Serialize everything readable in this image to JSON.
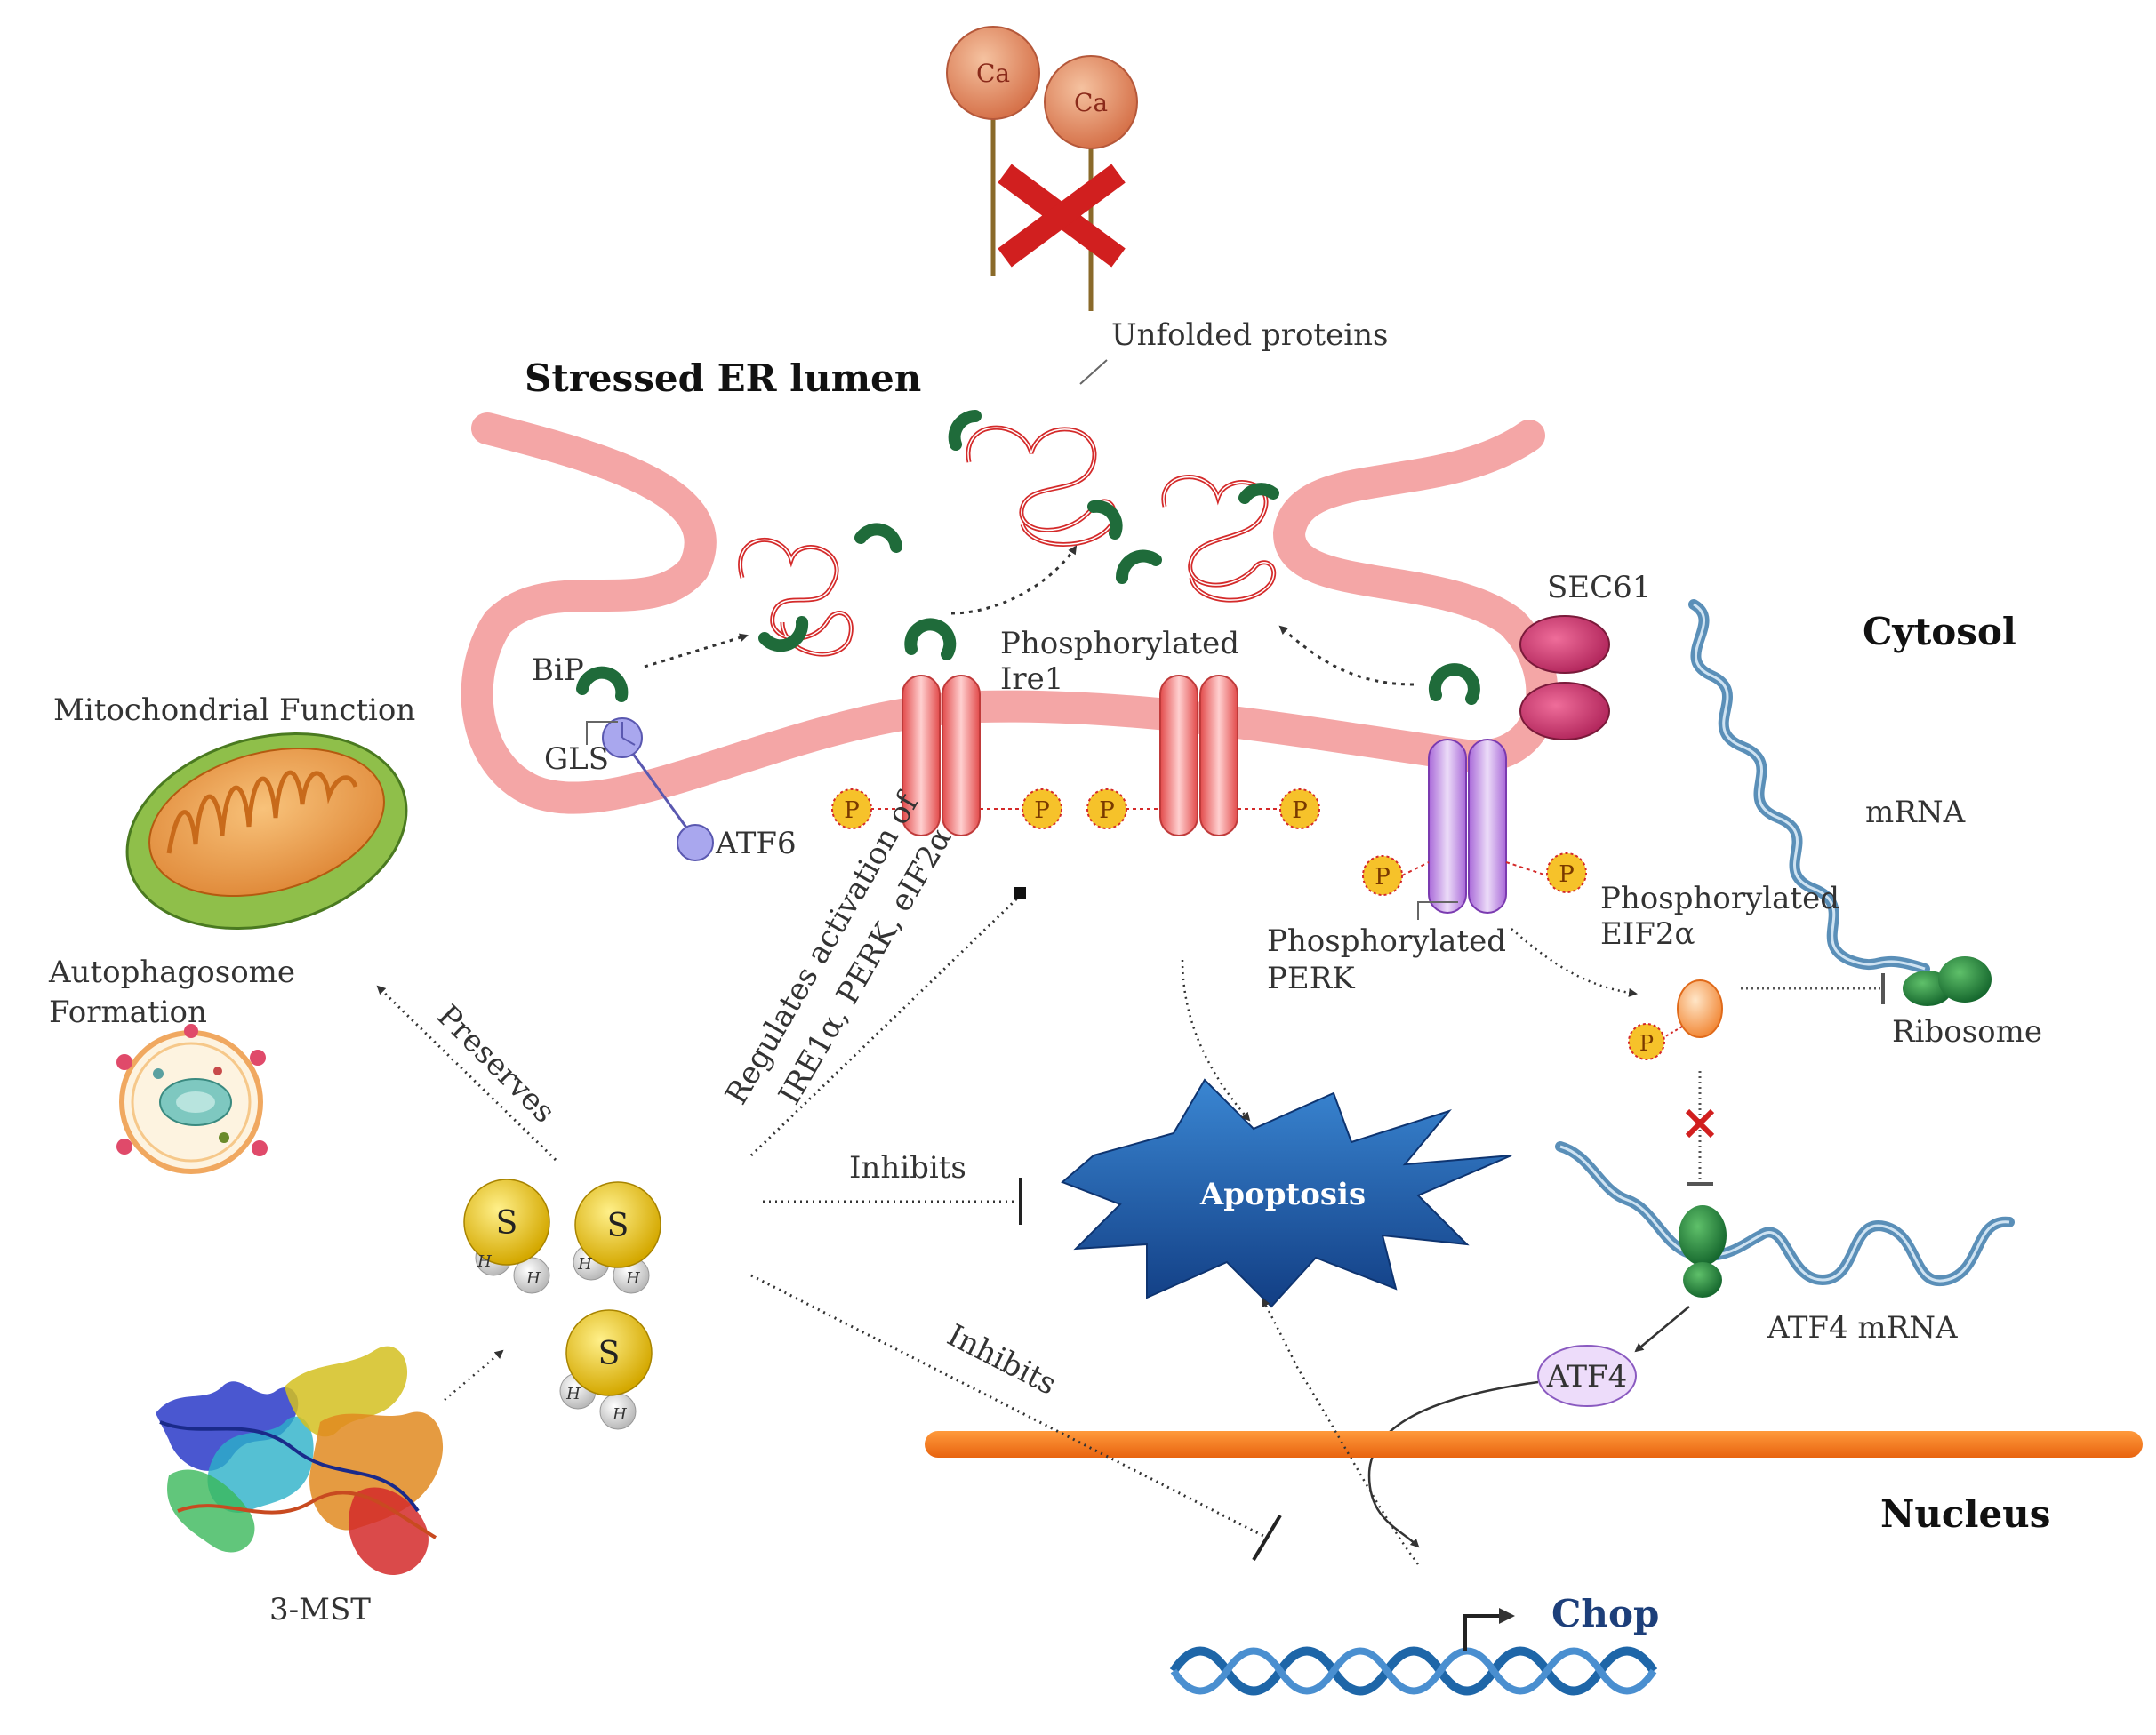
{
  "colors": {
    "er_membrane": "#f4a6a6",
    "unfolded_protein": "#d42a2a",
    "bip": "#1f6b3a",
    "ire1": "#e86060",
    "perk": "#b07ad6",
    "sec61": "#c8326a",
    "atf6": "#a9a7ee",
    "phosphate": "#f6c22a",
    "nuclear_membrane": "#f07218",
    "apoptosis": "#2a63ad",
    "mrna": "#5a8fb8",
    "inhibit_cross": "#d11f1f",
    "h2s_sulfur": "#f0c419",
    "chop_text": "#1d3f7a"
  },
  "labels": {
    "calcium_1": "Ca",
    "calcium_2": "Ca",
    "unfolded_proteins": "Unfolded proteins",
    "stressed_er_lumen": "Stressed ER lumen",
    "cytosol": "Cytosol",
    "nucleus": "Nucleus",
    "sec61": "SEC61",
    "bip": "BiP",
    "gls": "GLS",
    "atf6": "ATF6",
    "phosphorylated_ire1_line1": "Phosphorylated",
    "phosphorylated_ire1_line2": "Ire1",
    "phosphorylated_perk_line1": "Phosphorylated",
    "phosphorylated_perk_line2": "PERK",
    "phosphorylated_eif2a_line1": "Phosphorylated",
    "phosphorylated_eif2a_line2": "EIF2α",
    "mrna": "mRNA",
    "ribosome": "Ribosome",
    "mitochondrial_function": "Mitochondrial Function",
    "autophagosome_line1": "Autophagosome",
    "autophagosome_line2": "Formation",
    "preserves": "Preserves",
    "regulates_line1": "Regulates activation of",
    "regulates_line2": "IRE1α, PERK, eIF2α",
    "inhibits_apoptosis": "Inhibits",
    "inhibits_chop": "Inhibits",
    "apoptosis": "Apoptosis",
    "atf4_mrna": "ATF4 mRNA",
    "atf4": "ATF4",
    "chop": "Chop",
    "three_mst": "3-MST",
    "phosphate": "P",
    "sulfur": "S",
    "hydrogen": "H"
  }
}
